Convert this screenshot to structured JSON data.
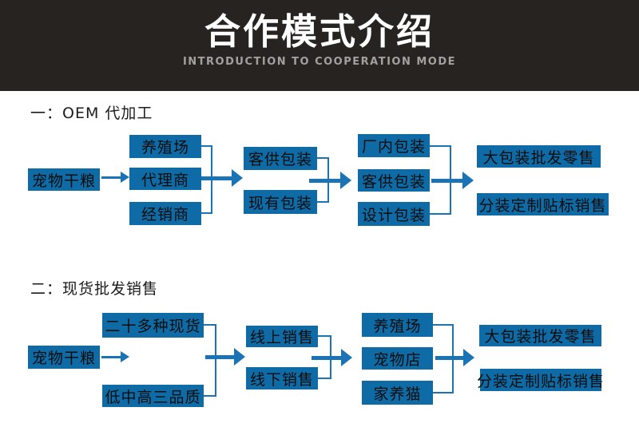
{
  "header": {
    "title": "合作模式介绍",
    "subtitle": "INTRODUCTION TO COOPERATION MODE"
  },
  "colors": {
    "header_bg": "#262321",
    "title_text": "#ffffff",
    "subtitle_text": "#a3a19f",
    "node_fill": "#0e6ba6",
    "node_text": "#0d0d0d",
    "connector": "#1973b4"
  },
  "sections": [
    {
      "title": "一：OEM 代加工",
      "nodes": {
        "source": "宠物干粮",
        "channels": [
          "养殖场",
          "代理商",
          "经销商"
        ],
        "packaging_in": [
          "客供包装",
          "现有包装"
        ],
        "packaging_out": [
          "厂内包装",
          "客供包装",
          "设计包装"
        ],
        "sales": [
          "大包装批发零售",
          "分装定制贴标销售"
        ]
      }
    },
    {
      "title": "二：现货批发销售",
      "nodes": {
        "source": "宠物干粮",
        "products": [
          "二十多种现货",
          "低中高三品质"
        ],
        "channels": [
          "线上销售",
          "线下销售"
        ],
        "customers": [
          "养殖场",
          "宠物店",
          "家养猫"
        ],
        "sales": [
          "大包装批发零售",
          "分装定制贴标销售"
        ]
      }
    }
  ]
}
